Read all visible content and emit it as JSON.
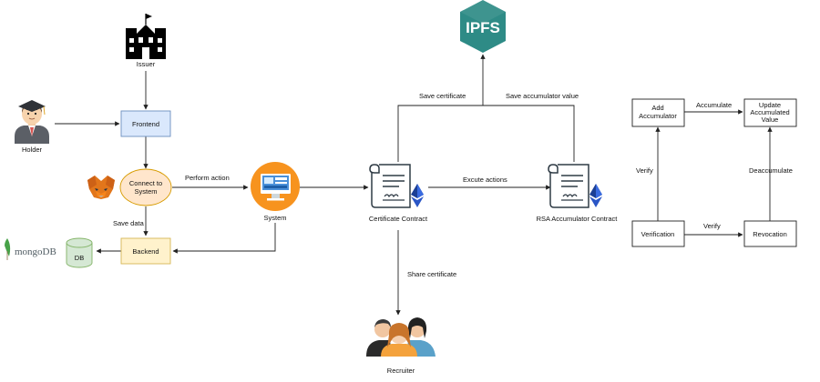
{
  "nodes": {
    "issuer": "Issuer",
    "holder": "Holder",
    "frontend": "Frontend",
    "connect_line1": "Connect to",
    "connect_line2": "System",
    "backend": "Backend",
    "db": "DB",
    "system": "System",
    "certificate_contract": "Certificate Contract",
    "rsa_contract": "RSA Accumulator Contract",
    "recruiter": "Recruiter",
    "ipfs": "IPFS",
    "add_acc_line1": "Add",
    "add_acc_line2": "Accumulator",
    "update_line1": "Update",
    "update_line2": "Accumulated",
    "update_line3": "Value",
    "verification": "Verification",
    "revocation": "Revocation"
  },
  "edges": {
    "perform_action": "Perform action",
    "save_data": "Save data",
    "save_certificate": "Save certificate",
    "save_accumulator": "Save accumulator value",
    "excute_actions": "Excute actions",
    "share_certificate": "Share certificate",
    "accumulate": "Accumulate",
    "verify_top": "Verify",
    "verify_bottom": "Verify",
    "deaccumulate": "Deaccumulate"
  },
  "logos": {
    "mongodb_text": "mongoDB",
    "metamask": "metamask-fox-icon"
  },
  "colors": {
    "frontend_fill": "#dae8fc",
    "frontend_stroke": "#6c8ebf",
    "connect_fill": "#ffe6cc",
    "connect_stroke": "#d79b00",
    "backend_fill": "#fff2cc",
    "backend_stroke": "#d6b656",
    "db_fill": "#d5e8d4",
    "db_stroke": "#82b366",
    "ipfs_fill": "#2e8b86",
    "system_circle": "#f7931e",
    "eth_blue": "#1c3f94"
  }
}
